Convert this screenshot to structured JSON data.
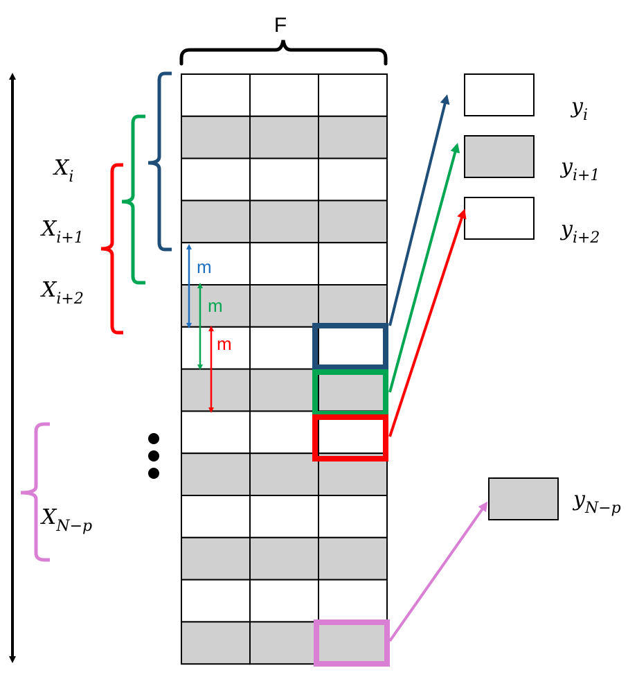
{
  "header": {
    "feature_label": "F"
  },
  "gap_label": "m",
  "window_labels": [
    {
      "base": "X",
      "sub": "i",
      "color": "#1f4e79"
    },
    {
      "base": "X",
      "sub": "i+1",
      "color": "#00a651"
    },
    {
      "base": "X",
      "sub": "i+2",
      "color": "#ff0000"
    },
    {
      "base": "X",
      "sub": "N−p",
      "color": "#d97fd4"
    }
  ],
  "target_labels": [
    {
      "base": "y",
      "sub": "i",
      "color": "#1f4e79"
    },
    {
      "base": "y",
      "sub": "i+1",
      "color": "#00a651"
    },
    {
      "base": "y",
      "sub": "i+2",
      "color": "#ff0000"
    },
    {
      "base": "y",
      "sub": "N−p",
      "color": "#d97fd4"
    }
  ],
  "colors": {
    "cell_white": "#ffffff",
    "cell_gray": "#d0d0d0",
    "grid_stroke": "#000000",
    "blue": "#1f4e79",
    "green": "#00a651",
    "red": "#ff0000",
    "pink": "#d97fd4",
    "gap_blue": "#1f6fc0"
  },
  "matrix": {
    "rows": 14,
    "columns": 3,
    "row_shading": "alternating, first row white"
  },
  "ellipsis": "vertical dots"
}
